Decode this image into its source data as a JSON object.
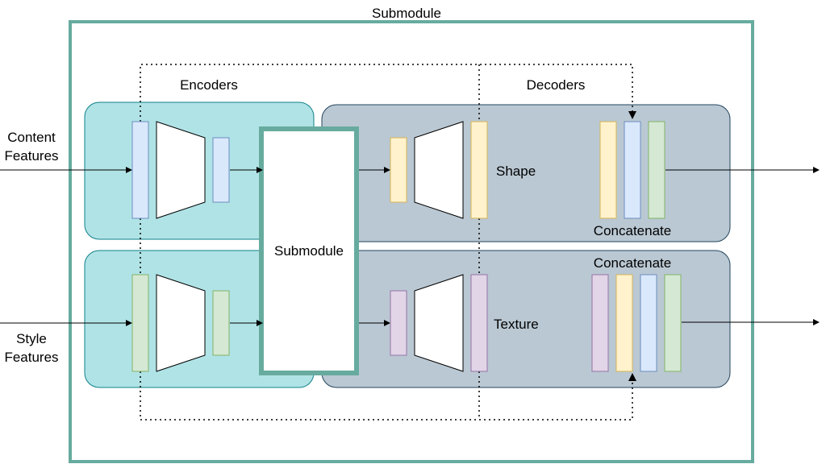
{
  "labels": {
    "outer_title": "Submodule",
    "encoders": "Encoders",
    "decoders": "Decoders",
    "inner_submodule": "Submodule",
    "shape": "Shape",
    "texture": "Texture",
    "concatenate_top": "Concatenate",
    "concatenate_bottom": "Concatenate",
    "content_line1": "Content",
    "content_line2": "Features",
    "style_line1": "Style",
    "style_line2": "Features"
  },
  "colors": {
    "outer_border": "#67AB9F",
    "encoder_panel_fill": "#B0E3E6",
    "encoder_panel_stroke": "#0E8088",
    "decoder_panel_fill": "#BAC8D3",
    "decoder_panel_stroke": "#23445D",
    "blue_block_fill": "#DAE8FC",
    "blue_block_stroke": "#6C8EBF",
    "green_block_fill": "#D5E8D4",
    "green_block_stroke": "#82B366",
    "yellow_block_fill": "#FFF2CC",
    "yellow_block_stroke": "#D6B656",
    "purple_block_fill": "#E1D5E7",
    "purple_block_stroke": "#9673A6"
  }
}
